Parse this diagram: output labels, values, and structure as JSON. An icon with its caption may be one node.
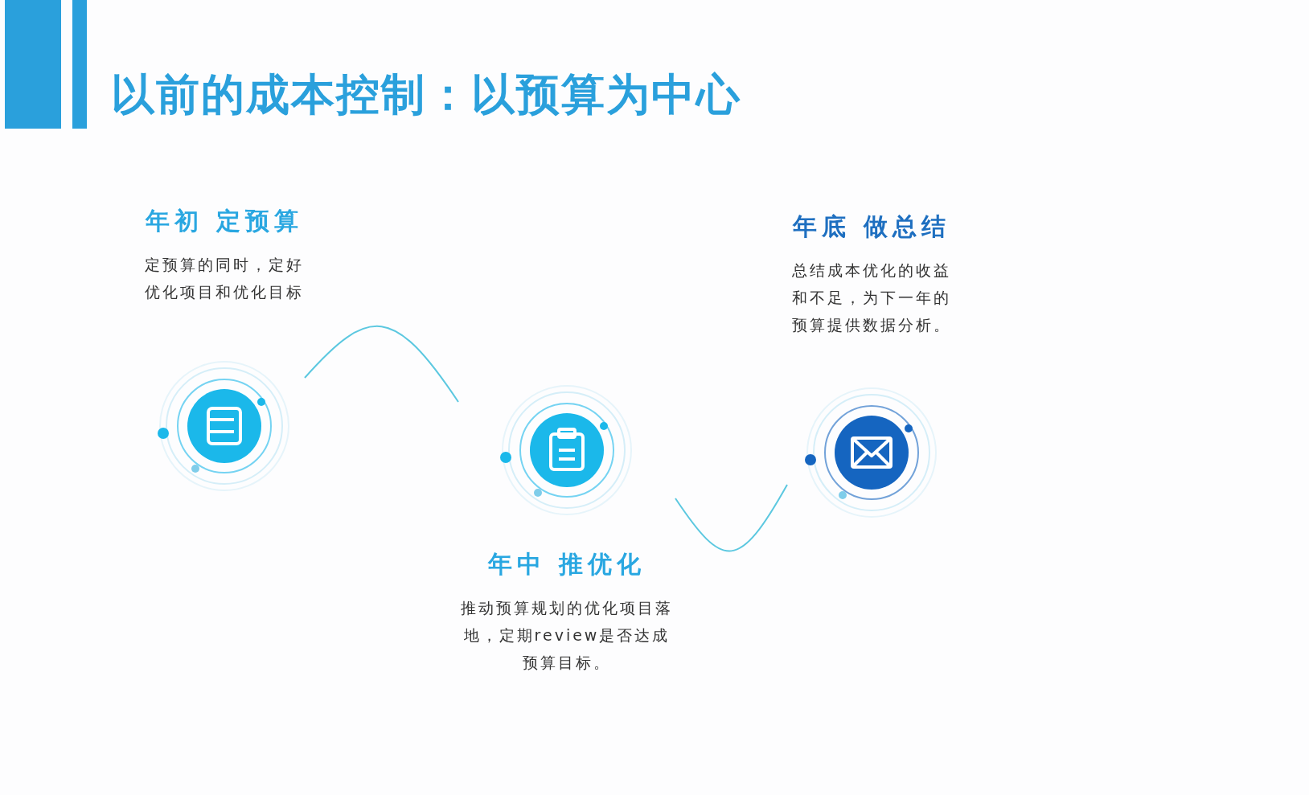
{
  "diagram": {
    "title": "以前的成本控制：以预算为中心",
    "nodes": [
      {
        "text": [
          "年初 定预算",
          "定预算的同时，定好优化项目和优化目标"
        ]
      },
      {
        "text": [
          "年中 推优化",
          "推动预算规划的优化项目落地，定期review是否达成预算目标。"
        ]
      },
      {
        "text": [
          "年底 做总结",
          "总结成本优化的收益和不足，为下一年的预算提供数据分析。"
        ]
      }
    ],
    "edges": [
      {
        "from": 0,
        "to": 1,
        "arrow": "none"
      },
      {
        "from": 1,
        "to": 2,
        "arrow": "none"
      }
    ]
  }
}
